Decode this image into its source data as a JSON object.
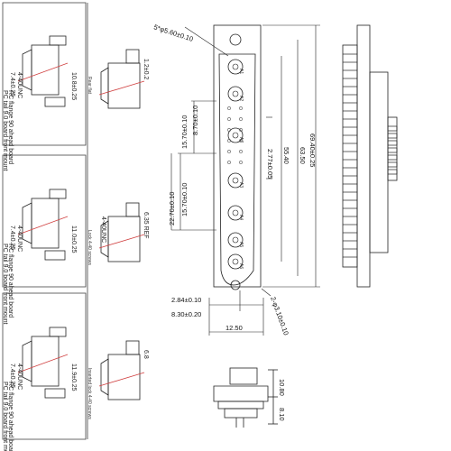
{
  "left_panels": [
    {
      "dim_a": "7.4±0.25",
      "dim_b": "4-40UNC",
      "dim_c": "10.8±0.25",
      "note1": "PC tail 9.0 board front mount",
      "note2": "RC flange 90 ahead board",
      "side_dim": "1.2±0.2",
      "side_note": "Rear flat"
    },
    {
      "dim_a": "7.4±0.25",
      "dim_b": "4-40UNC",
      "dim_c": "11.0±0.25",
      "note1": "PC tail 9.0 board front mount",
      "note2": "RC flange 90 ahead board",
      "side_dim": "6.35 REF",
      "side_dim2": "4-40UNC",
      "side_note": "Lock 4-40 screws"
    },
    {
      "dim_a": "7.4±0.25",
      "dim_b": "4-40UNC",
      "dim_c": "11.9±0.25",
      "note1": "PC tail 9.0 board front mount",
      "note2": "RC flange 90 ahead board",
      "side_dim": "6.8",
      "side_note": "Inserted lock 4-40 screws"
    }
  ],
  "front_view": {
    "contacts": [
      "A1",
      "A2",
      "A3",
      "A4",
      "A5",
      "A6",
      "A7"
    ],
    "dims": {
      "hole": "5*φ5.60±0.10",
      "d1": "8.70±0.10",
      "d2": "15.70±0.10",
      "d3": "15.70±0.10",
      "d4": "22.70±0.10",
      "d5": "2.77±0.05",
      "d6": "55.40",
      "d7": "63.50",
      "d8": "69.40±0.25",
      "d9": "2.84±0.10",
      "d10": "8.30±0.20",
      "d11": "12.50",
      "d12": "2-φ3.10±0.10"
    }
  },
  "bottom_view": {
    "h1": "10.80",
    "h2": "8.10"
  },
  "colors": {
    "line": "#222222",
    "accent": "#d04040",
    "pin": "#555555"
  }
}
